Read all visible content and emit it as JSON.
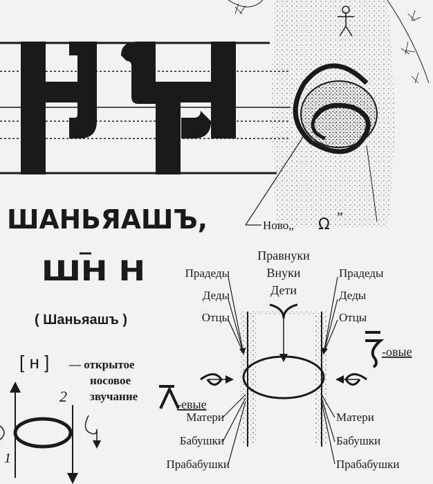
{
  "title_letter_name": "ШАНЬЯАШЪ,",
  "title_abbrev": "ШН Н",
  "reading": "( Шаньяашъ )",
  "sound_symbol": "[ н ]",
  "sound_desc": [
    "— открытое",
    "носовое",
    "звучание"
  ],
  "stroke_numbers": [
    "1",
    "2"
  ],
  "novo_label": "Ново„",
  "novo_sign": "Ω",
  "center_labels": [
    "Правнуки",
    "Внуки",
    "Дети"
  ],
  "left_ancestors": [
    "Прадеды",
    "Деды",
    "Отцы"
  ],
  "right_ancestors": [
    "Прадеды",
    "Деды",
    "Отцы"
  ],
  "left_mothers": [
    "Матери",
    "Бабушки",
    "Прабабушки"
  ],
  "right_mothers": [
    "Матери",
    "Бабушки",
    "Прабабушки"
  ],
  "left_suffix": "-евые",
  "right_suffix": "-овые",
  "colors": {
    "ink": "#1a1a1a",
    "paper": "#f2f2f0"
  }
}
